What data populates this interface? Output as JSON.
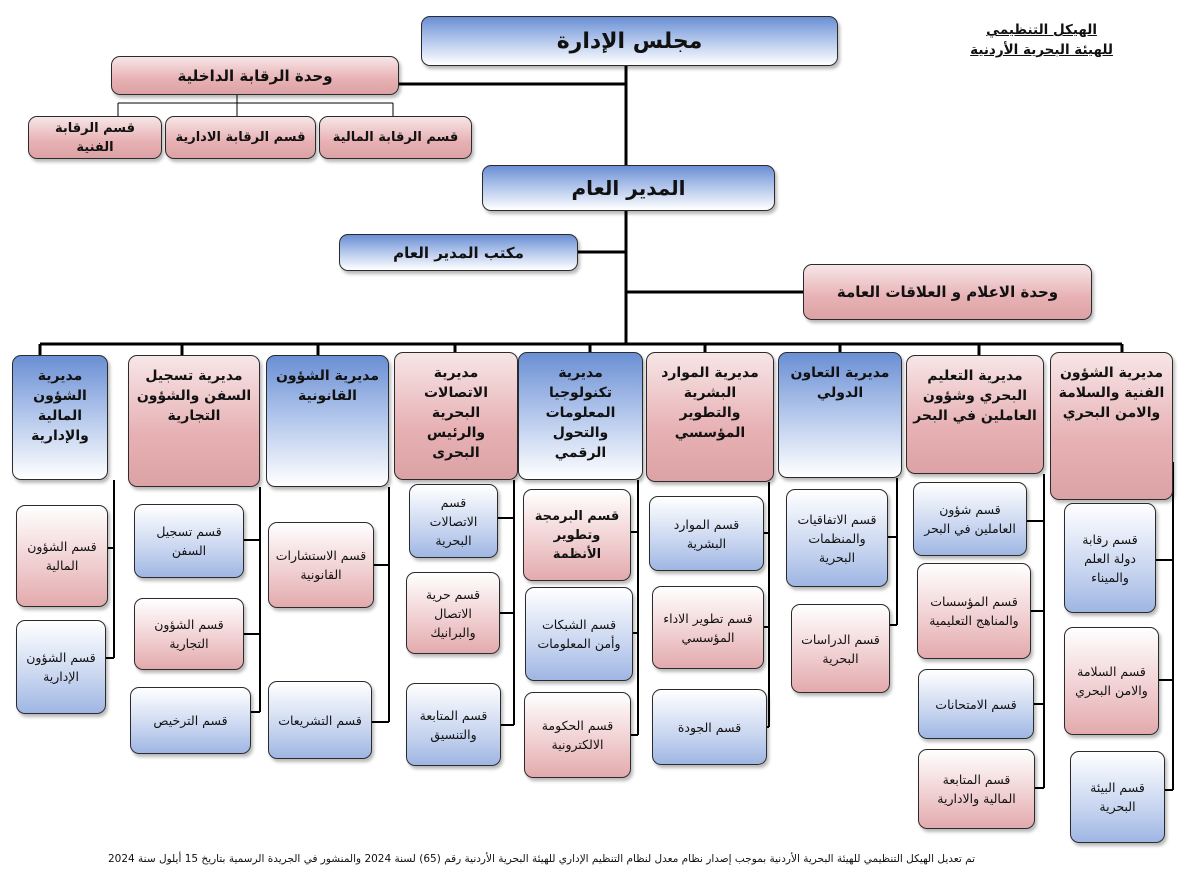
{
  "title": {
    "line1": "الهيكل التنظيمي",
    "line2": "للهيئة البحرية الأردنية"
  },
  "board": "مجلس الإدارة",
  "internal_audit": {
    "unit": "وحدة الرقابة الداخلية",
    "sections": [
      "قسم الرقابة المالية",
      "قسم الرقابة الادارية",
      "قسم الرقابة الفنية"
    ]
  },
  "director_general": "المدير العام",
  "dg_office": "مكتب المدير العام",
  "media_unit": "وحدة الاعلام و العلاقات العامة",
  "directorates": {
    "finance_admin": {
      "name": "مديرية الشؤون المالية والإدارية",
      "sections": [
        "قسم الشؤون المالية",
        "قسم الشؤون الإدارية"
      ]
    },
    "ship_registration": {
      "name": "مديرية تسجيل السفن والشؤون التجارية",
      "sections": [
        "قسم تسجيل السفن",
        "قسم الشؤون التجارية",
        "قسم الترخيص"
      ]
    },
    "legal": {
      "name": "مديرية الشؤون القانونية",
      "sections": [
        "قسم الاستشارات القانونية",
        "قسم التشريعات"
      ]
    },
    "communications": {
      "name": "مديرية الاتصالات البحرية والرئيس البحرى",
      "sections": [
        "قسم الاتصالات البحرية",
        "قسم حرية الاتصال والبرانيك",
        "قسم المتابعة والتنسيق"
      ]
    },
    "it": {
      "name": "مديرية تكنولوجيا المعلومات والتحول الرقمي",
      "sections": [
        "قسم البرمجة وتطوير الأنظمة",
        "قسم الشبكات وأمن المعلومات",
        "قسم الحكومة الالكترونية"
      ]
    },
    "hr": {
      "name": "مديرية الموارد البشرية والتطوير المؤسسي",
      "sections": [
        "قسم الموارد البشرية",
        "قسم تطوير الاداء المؤسسي",
        "قسم الجودة"
      ]
    },
    "cooperation": {
      "name": "مديرية التعاون الدولي",
      "sections": [
        "قسم الاتفاقيات والمنظمات البحرية",
        "قسم الدراسات البحرية"
      ]
    },
    "education": {
      "name": "مديرية التعليم البحري وشؤون العاملين في البحر",
      "sections": [
        "قسم شؤون العاملين في البحر",
        "قسم المؤسسات والمناهج التعليمية",
        "قسم الامتحانات",
        "قسم المتابعة المالية والادارية"
      ]
    },
    "technical": {
      "name": "مديرية الشؤون الفنية والسلامة والامن البحري",
      "sections": [
        "قسم رقابة دولة العلم والميناء",
        "قسم السلامة والامن البحري",
        "قسم البيئة البحرية"
      ]
    }
  },
  "footnote": "تم تعديل الهيكل التنظيمي للهيئة البحرية الأردنية بموجب إصدار نظام معدل لنظام التنظيم الإداري للهيئة البحرية الأردنية رقم (65) لسنة 2024 والمنشور في الجريدة الرسمية بتاريخ 15 أيلول سنة 2024",
  "colors": {
    "blue_box": "#6a8fd4",
    "pink_box": "#e7b1b4",
    "lines": "#000000"
  }
}
